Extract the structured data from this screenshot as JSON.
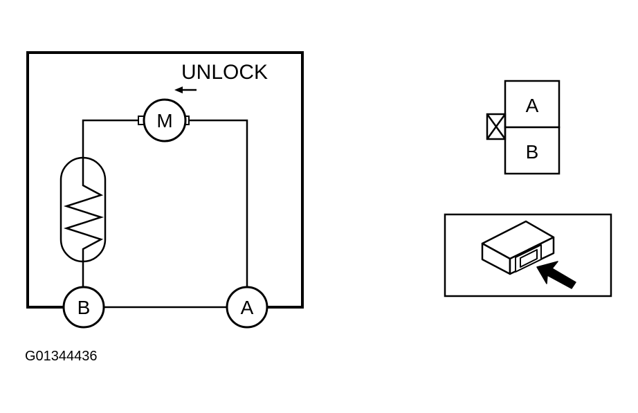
{
  "circuit": {
    "direction_label": "UNLOCK",
    "motor_label": "M",
    "terminal_a_label": "A",
    "terminal_b_label": "B"
  },
  "connector": {
    "pin_a_label": "A",
    "pin_b_label": "B"
  },
  "figure_code": "G01344436",
  "colors": {
    "ink": "#000000",
    "background": "#ffffff"
  }
}
